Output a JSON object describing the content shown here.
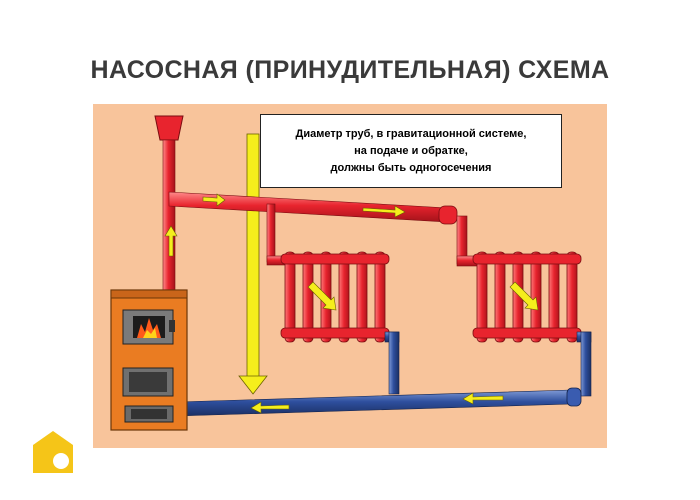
{
  "title": "НАСОСНАЯ (ПРИНУДИТЕЛЬНАЯ) СХЕМА",
  "note": {
    "lines": [
      "Диаметр труб, в гравитационной системе,",
      "на подаче и обратке,",
      "должны быть одногосечения"
    ]
  },
  "colors": {
    "background": "#f8c49b",
    "supply_pipe": "#e8242e",
    "return_pipe": "#2e4f9e",
    "flow_arrows": "#f5ee1c",
    "boiler": "#ea7c22",
    "logo": "#f5c518"
  }
}
